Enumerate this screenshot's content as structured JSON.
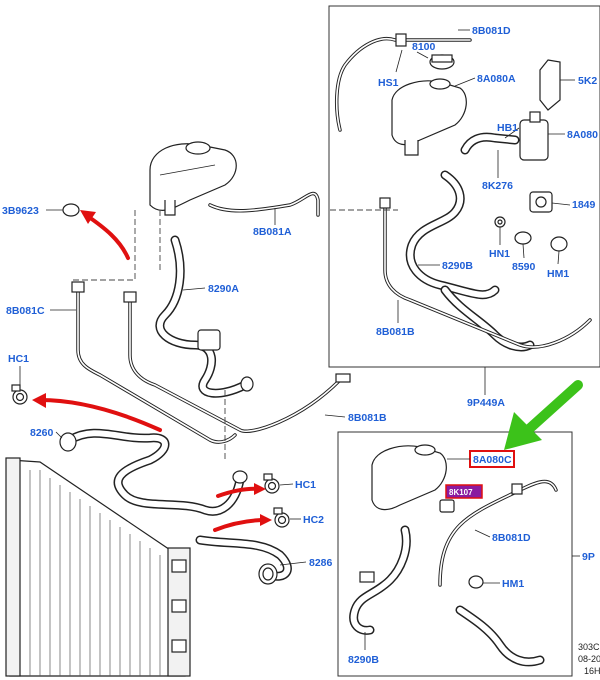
{
  "labels": {
    "8B081D_top": "8B081D",
    "8100": "8100",
    "HS1": "HS1",
    "8A080A": "8A080A",
    "5K2": "5K2",
    "HB1": "HB1",
    "8A080_right": "8A080",
    "8K276": "8K276",
    "1849": "1849",
    "HN1": "HN1",
    "8590": "8590",
    "HM1_top": "HM1",
    "8290B_top": "8290B",
    "8B081B_top": "8B081B",
    "3B9623": "3B9623",
    "8B081A": "8B081A",
    "8290A": "8290A",
    "8B081C": "8B081C",
    "HC1_left": "HC1",
    "8B081B_mid": "8B081B",
    "9P449A": "9P449A",
    "8260": "8260",
    "HC1_mid": "HC1",
    "HC2": "HC2",
    "8286": "8286",
    "8A080C": "8A080C",
    "8K107": "8K107",
    "8B081D_bottom": "8B081D",
    "9P_cut": "9P",
    "HM1_bottom": "HM1",
    "8290B_bottom": "8290B"
  },
  "footer": {
    "line1": "303C",
    "line2": "08-20",
    "line3": "16H"
  },
  "colors": {
    "label_blue": "#1f5fd6",
    "highlight_red": "#e01010",
    "callout_green": "#3cc21a",
    "line": "#222222"
  }
}
